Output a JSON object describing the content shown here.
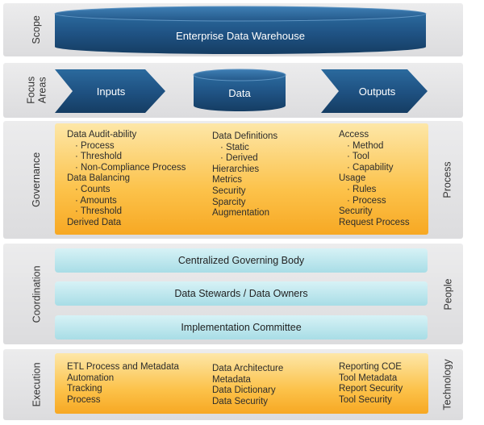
{
  "scope": {
    "label": "Scope",
    "title": "Enterprise Data Warehouse"
  },
  "focus_areas": {
    "label": "Focus Areas",
    "inputs": "Inputs",
    "data": "Data",
    "outputs": "Outputs"
  },
  "governance": {
    "label": "Governance",
    "right_label": "Process",
    "col1": [
      {
        "text": "Data Audit-ability",
        "sub": false
      },
      {
        "text": "Process",
        "sub": true
      },
      {
        "text": "Threshold",
        "sub": true
      },
      {
        "text": "Non-Compliance Process",
        "sub": true
      },
      {
        "text": "Data Balancing",
        "sub": false
      },
      {
        "text": "Counts",
        "sub": true
      },
      {
        "text": "Amounts",
        "sub": true
      },
      {
        "text": "Threshold",
        "sub": true
      },
      {
        "text": "Derived Data",
        "sub": false
      }
    ],
    "col2": [
      {
        "text": "Data Definitions",
        "sub": false
      },
      {
        "text": "Static",
        "sub": true
      },
      {
        "text": "Derived",
        "sub": true
      },
      {
        "text": "Hierarchies",
        "sub": false
      },
      {
        "text": "Metrics",
        "sub": false
      },
      {
        "text": "Security",
        "sub": false
      },
      {
        "text": "Sparcity",
        "sub": false
      },
      {
        "text": "Augmentation",
        "sub": false
      }
    ],
    "col3": [
      {
        "text": "Access",
        "sub": false
      },
      {
        "text": "Method",
        "sub": true
      },
      {
        "text": "Tool",
        "sub": true
      },
      {
        "text": "Capability",
        "sub": true
      },
      {
        "text": "Usage",
        "sub": false
      },
      {
        "text": "Rules",
        "sub": true
      },
      {
        "text": "Process",
        "sub": true
      },
      {
        "text": "Security",
        "sub": false
      },
      {
        "text": "Request Process",
        "sub": false
      }
    ]
  },
  "coordination": {
    "label": "Coordination",
    "right_label": "People",
    "items": [
      "Centralized Governing Body",
      "Data Stewards / Data Owners",
      "Implementation Committee"
    ]
  },
  "execution": {
    "label": "Execution",
    "right_label": "Technology",
    "col1": [
      "ETL Process and Metadata",
      "Automation",
      "Tracking",
      "Process"
    ],
    "col2": [
      "Data Architecture",
      "Metadata",
      "Data Dictionary",
      "Data Security"
    ],
    "col3": [
      "Reporting COE",
      "Tool Metadata",
      "Report Security",
      "Tool Security"
    ]
  },
  "colors": {
    "navy": "#1f4e79",
    "orange": "#fcc24a",
    "teal": "#a8dde6",
    "band": "#e3e3e5"
  }
}
